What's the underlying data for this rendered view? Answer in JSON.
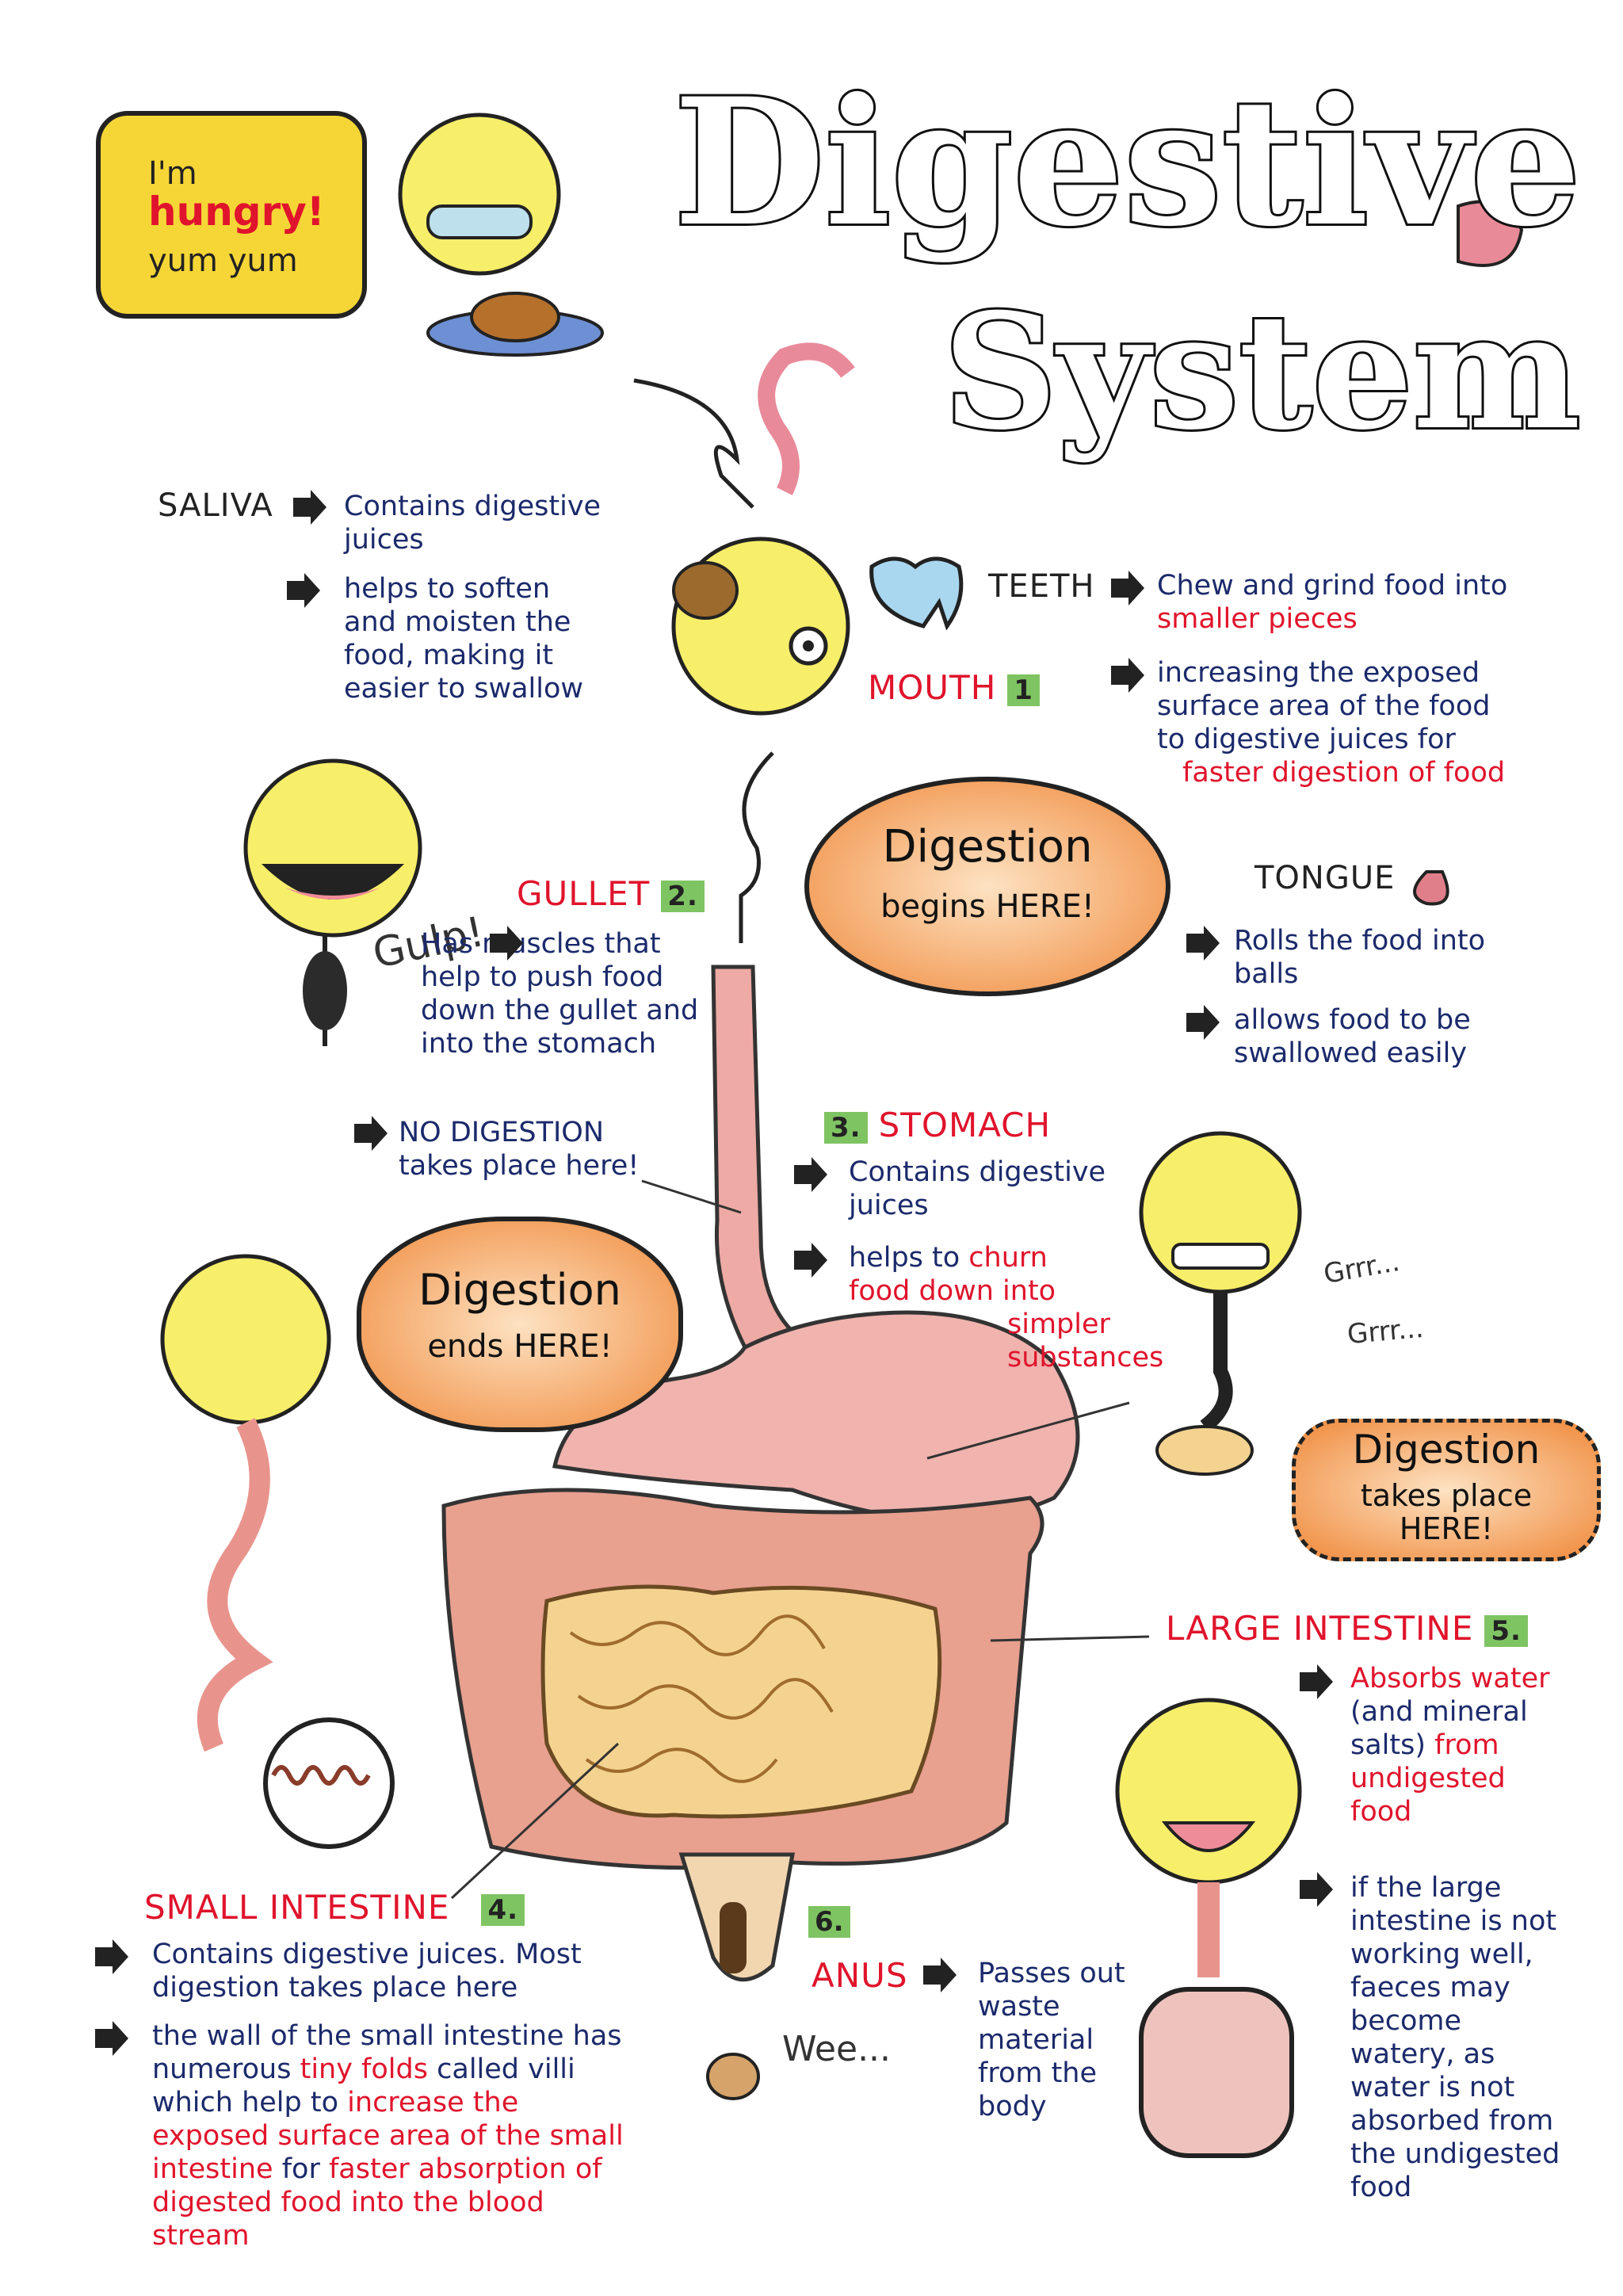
{
  "title": {
    "line1": "Digestive",
    "line2": "System"
  },
  "intro_bubble": {
    "line1": "I'm",
    "line2": "hungry!",
    "line3": "yum yum"
  },
  "saliva": {
    "label": "SALIVA",
    "point1": "Contains digestive juices",
    "point2": "helps to soften and moisten the food, making it easier to swallow"
  },
  "teeth": {
    "label": "TEETH",
    "point1_a": "Chew and grind food into",
    "point1_b": "smaller pieces",
    "point2_a": "increasing the exposed surface area of the food to digestive juices for",
    "point2_b": "faster digestion of food"
  },
  "mouth": {
    "label": "MOUTH",
    "number": "1"
  },
  "digestion_begins": {
    "line1": "Digestion",
    "line2": "begins HERE!"
  },
  "tongue": {
    "label": "TONGUE",
    "point1": "Rolls the food into balls",
    "point2": "allows food to be swallowed easily"
  },
  "gullet": {
    "label": "GULLET",
    "number": "2.",
    "sound": "Gulp!",
    "point1": "Has muscles that help to push food down the gullet and into the stomach",
    "note_a": "NO DIGESTION",
    "note_b": "takes place here!"
  },
  "stomach": {
    "label": "STOMACH",
    "number": "3.",
    "point1": "Contains digestive juices",
    "point2_a": "helps to",
    "point2_b": "churn",
    "point2_c": "food down into",
    "point2_d": "simpler substances",
    "sound1": "Grrr...",
    "sound2": "Grrr..."
  },
  "digestion_ends": {
    "line1": "Digestion",
    "line2": "ends HERE!"
  },
  "digestion_takes_place": {
    "line1": "Digestion",
    "line2": "takes place",
    "line3": "HERE!"
  },
  "large_intestine": {
    "label": "LARGE INTESTINE",
    "number": "5.",
    "point1_a": "Absorbs water",
    "point1_b": "(and mineral salts)",
    "point1_c": "from undigested food",
    "point2": "if the large intestine is not working well, faeces may become watery, as water is not absorbed from the undigested food"
  },
  "small_intestine": {
    "label": "SMALL INTESTINE",
    "number": "4.",
    "point1": "Contains digestive juices. Most digestion takes place here",
    "point2_a": "the wall of the small intestine has numerous",
    "point2_b": "tiny folds",
    "point2_c": "called villi which help to",
    "point2_d": "increase the exposed surface area of the small intestine",
    "point2_e": "for",
    "point2_f": "faster absorption of digested food into the blood stream"
  },
  "anus": {
    "label": "ANUS",
    "number": "6.",
    "point1": "Passes out waste material from the body",
    "sound": "Wee..."
  },
  "colors": {
    "navy": "#1b2a6b",
    "red": "#e0142c",
    "badge": "#7fc463",
    "bubble_orange": "#f08a3c",
    "face_yellow": "#f7ee6a",
    "organ_pink": "#eba3a0"
  }
}
